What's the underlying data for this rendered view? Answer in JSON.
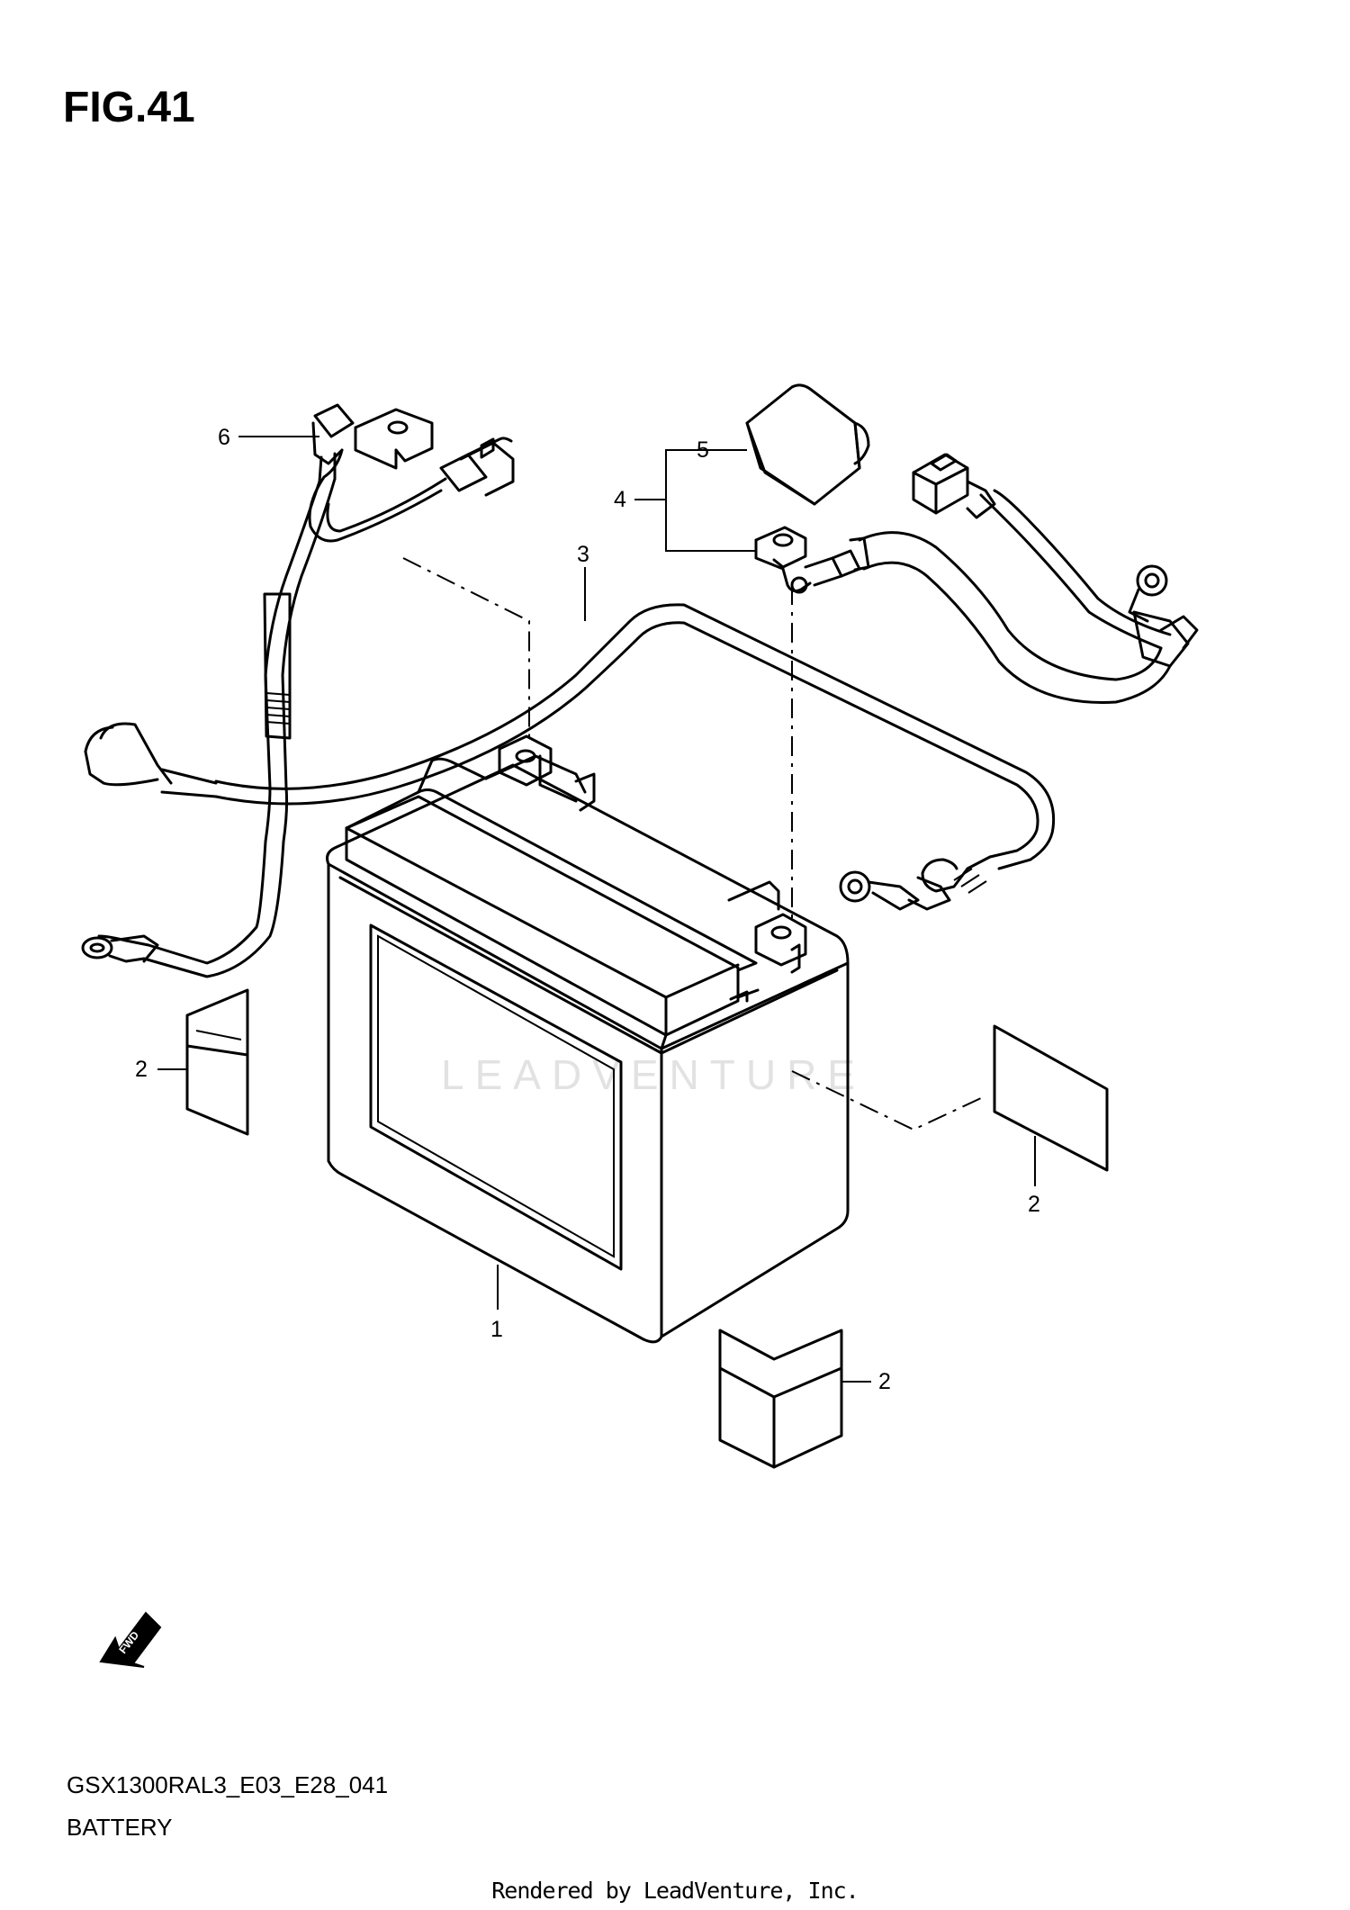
{
  "figure": {
    "title": "FIG.41",
    "code": "GSX1300RAL3_E03_E28_041",
    "section": "BATTERY"
  },
  "callouts": {
    "c1": "1",
    "c2a": "2",
    "c2b": "2",
    "c2c": "2",
    "c3": "3",
    "c4": "4",
    "c5": "5",
    "c6": "6"
  },
  "fwd_badge": "FWD",
  "watermark": "LEADVENTURE",
  "footer": "Rendered by LeadVenture, Inc."
}
